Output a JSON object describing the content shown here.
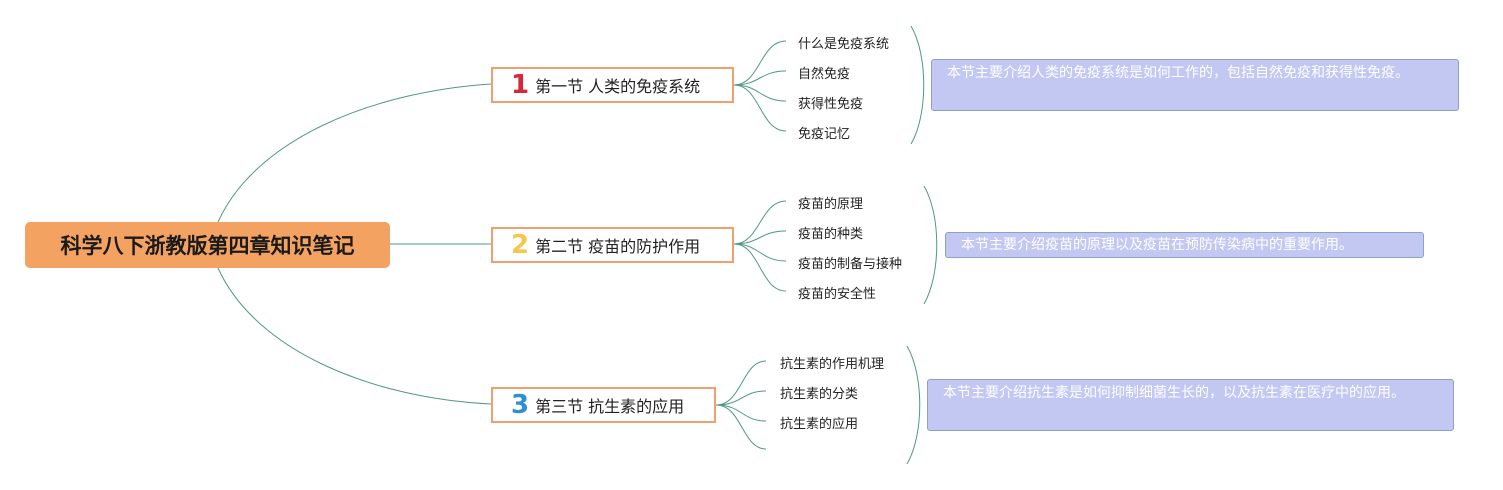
{
  "root": {
    "title": "科学八下浙教版第四章知识笔记",
    "color": "#f4a261"
  },
  "sections": [
    {
      "number": "1",
      "number_color": "#d62839",
      "title": "第一节 人类的免疫系统",
      "topics": [
        "什么是免疫系统",
        "自然免疫",
        "获得性免疫",
        "免疫记忆"
      ],
      "summary": "本节主要介绍人类的免疫系统是如何工作的，包括自然免疫和获得性免疫。"
    },
    {
      "number": "2",
      "number_color": "#f5c84c",
      "title": "第二节 疫苗的防护作用",
      "topics": [
        "疫苗的原理",
        "疫苗的种类",
        "疫苗的制备与接种",
        "疫苗的安全性"
      ],
      "summary": "本节主要介绍疫苗的原理以及疫苗在预防传染病中的重要作用。"
    },
    {
      "number": "3",
      "number_color": "#2d8fd5",
      "title": "第三节 抗生素的应用",
      "topics": [
        "抗生素的作用机理",
        "抗生素的分类",
        "抗生素的应用"
      ],
      "summary": "本节主要介绍抗生素是如何抑制细菌生长的，以及抗生素在医疗中的应用。"
    }
  ],
  "colors": {
    "connector": "#4f9a82",
    "section_border": "#f0a070",
    "note_bg": "#c3c8f3"
  }
}
